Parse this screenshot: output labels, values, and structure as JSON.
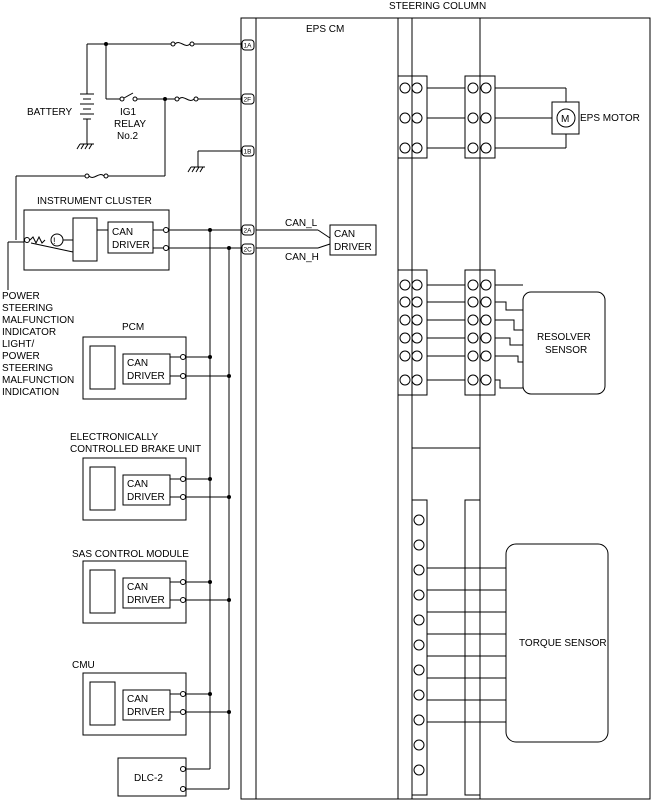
{
  "labels": {
    "steering_column": "STEERING COLUMN",
    "eps_cm": "EPS CM",
    "battery": "BATTERY",
    "ig1_relay": [
      "IG1",
      "RELAY",
      "No.2"
    ],
    "instrument_cluster": "INSTRUMENT CLUSTER",
    "can_driver": [
      "CAN",
      "DRIVER"
    ],
    "can_l": "CAN_L",
    "can_h": "CAN_H",
    "indicator_note": [
      "POWER",
      "STEERING",
      "MALFUNCTION",
      "INDICATOR",
      "LIGHT/",
      "POWER",
      "STEERING",
      "MALFUNCTION",
      "INDICATION"
    ],
    "pcm": "PCM",
    "brake_unit": [
      "ELECTRONICALLY",
      "CONTROLLED BRAKE UNIT"
    ],
    "sas": "SAS CONTROL MODULE",
    "cmu": "CMU",
    "dlc2": "DLC-2",
    "eps_motor": "EPS MOTOR",
    "motor_symbol": "M",
    "resolver_sensor": [
      "RESOLVER",
      "SENSOR"
    ],
    "torque_sensor": "TORQUE SENSOR"
  },
  "pins": [
    "1A",
    "2F",
    "1B",
    "2A",
    "2C"
  ]
}
